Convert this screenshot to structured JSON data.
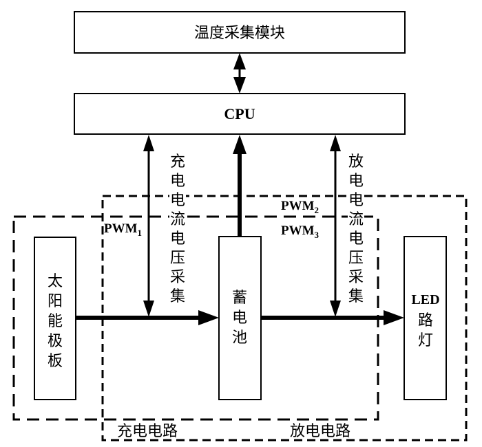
{
  "blocks": {
    "temp_module": "温度采集模块",
    "cpu": "CPU",
    "solar_panel": [
      "太",
      "阳",
      "能",
      "极",
      "板"
    ],
    "battery": [
      "蓄",
      "电",
      "池"
    ],
    "led_lamp_en": "LED",
    "led_lamp": [
      "路",
      "灯"
    ]
  },
  "signals": {
    "charge_sense": [
      "充",
      "电",
      "电",
      "流",
      "电",
      "压",
      "采",
      "集"
    ],
    "discharge_sense": [
      "放",
      "电",
      "电",
      "流",
      "电",
      "压",
      "采",
      "集"
    ],
    "pwm1": {
      "base": "PWM",
      "sub": "1"
    },
    "pwm2": {
      "base": "PWM",
      "sub": "2"
    },
    "pwm3": {
      "base": "PWM",
      "sub": "3"
    }
  },
  "regions": {
    "charge_circuit": "充电电路",
    "discharge_circuit": "放电电路"
  }
}
